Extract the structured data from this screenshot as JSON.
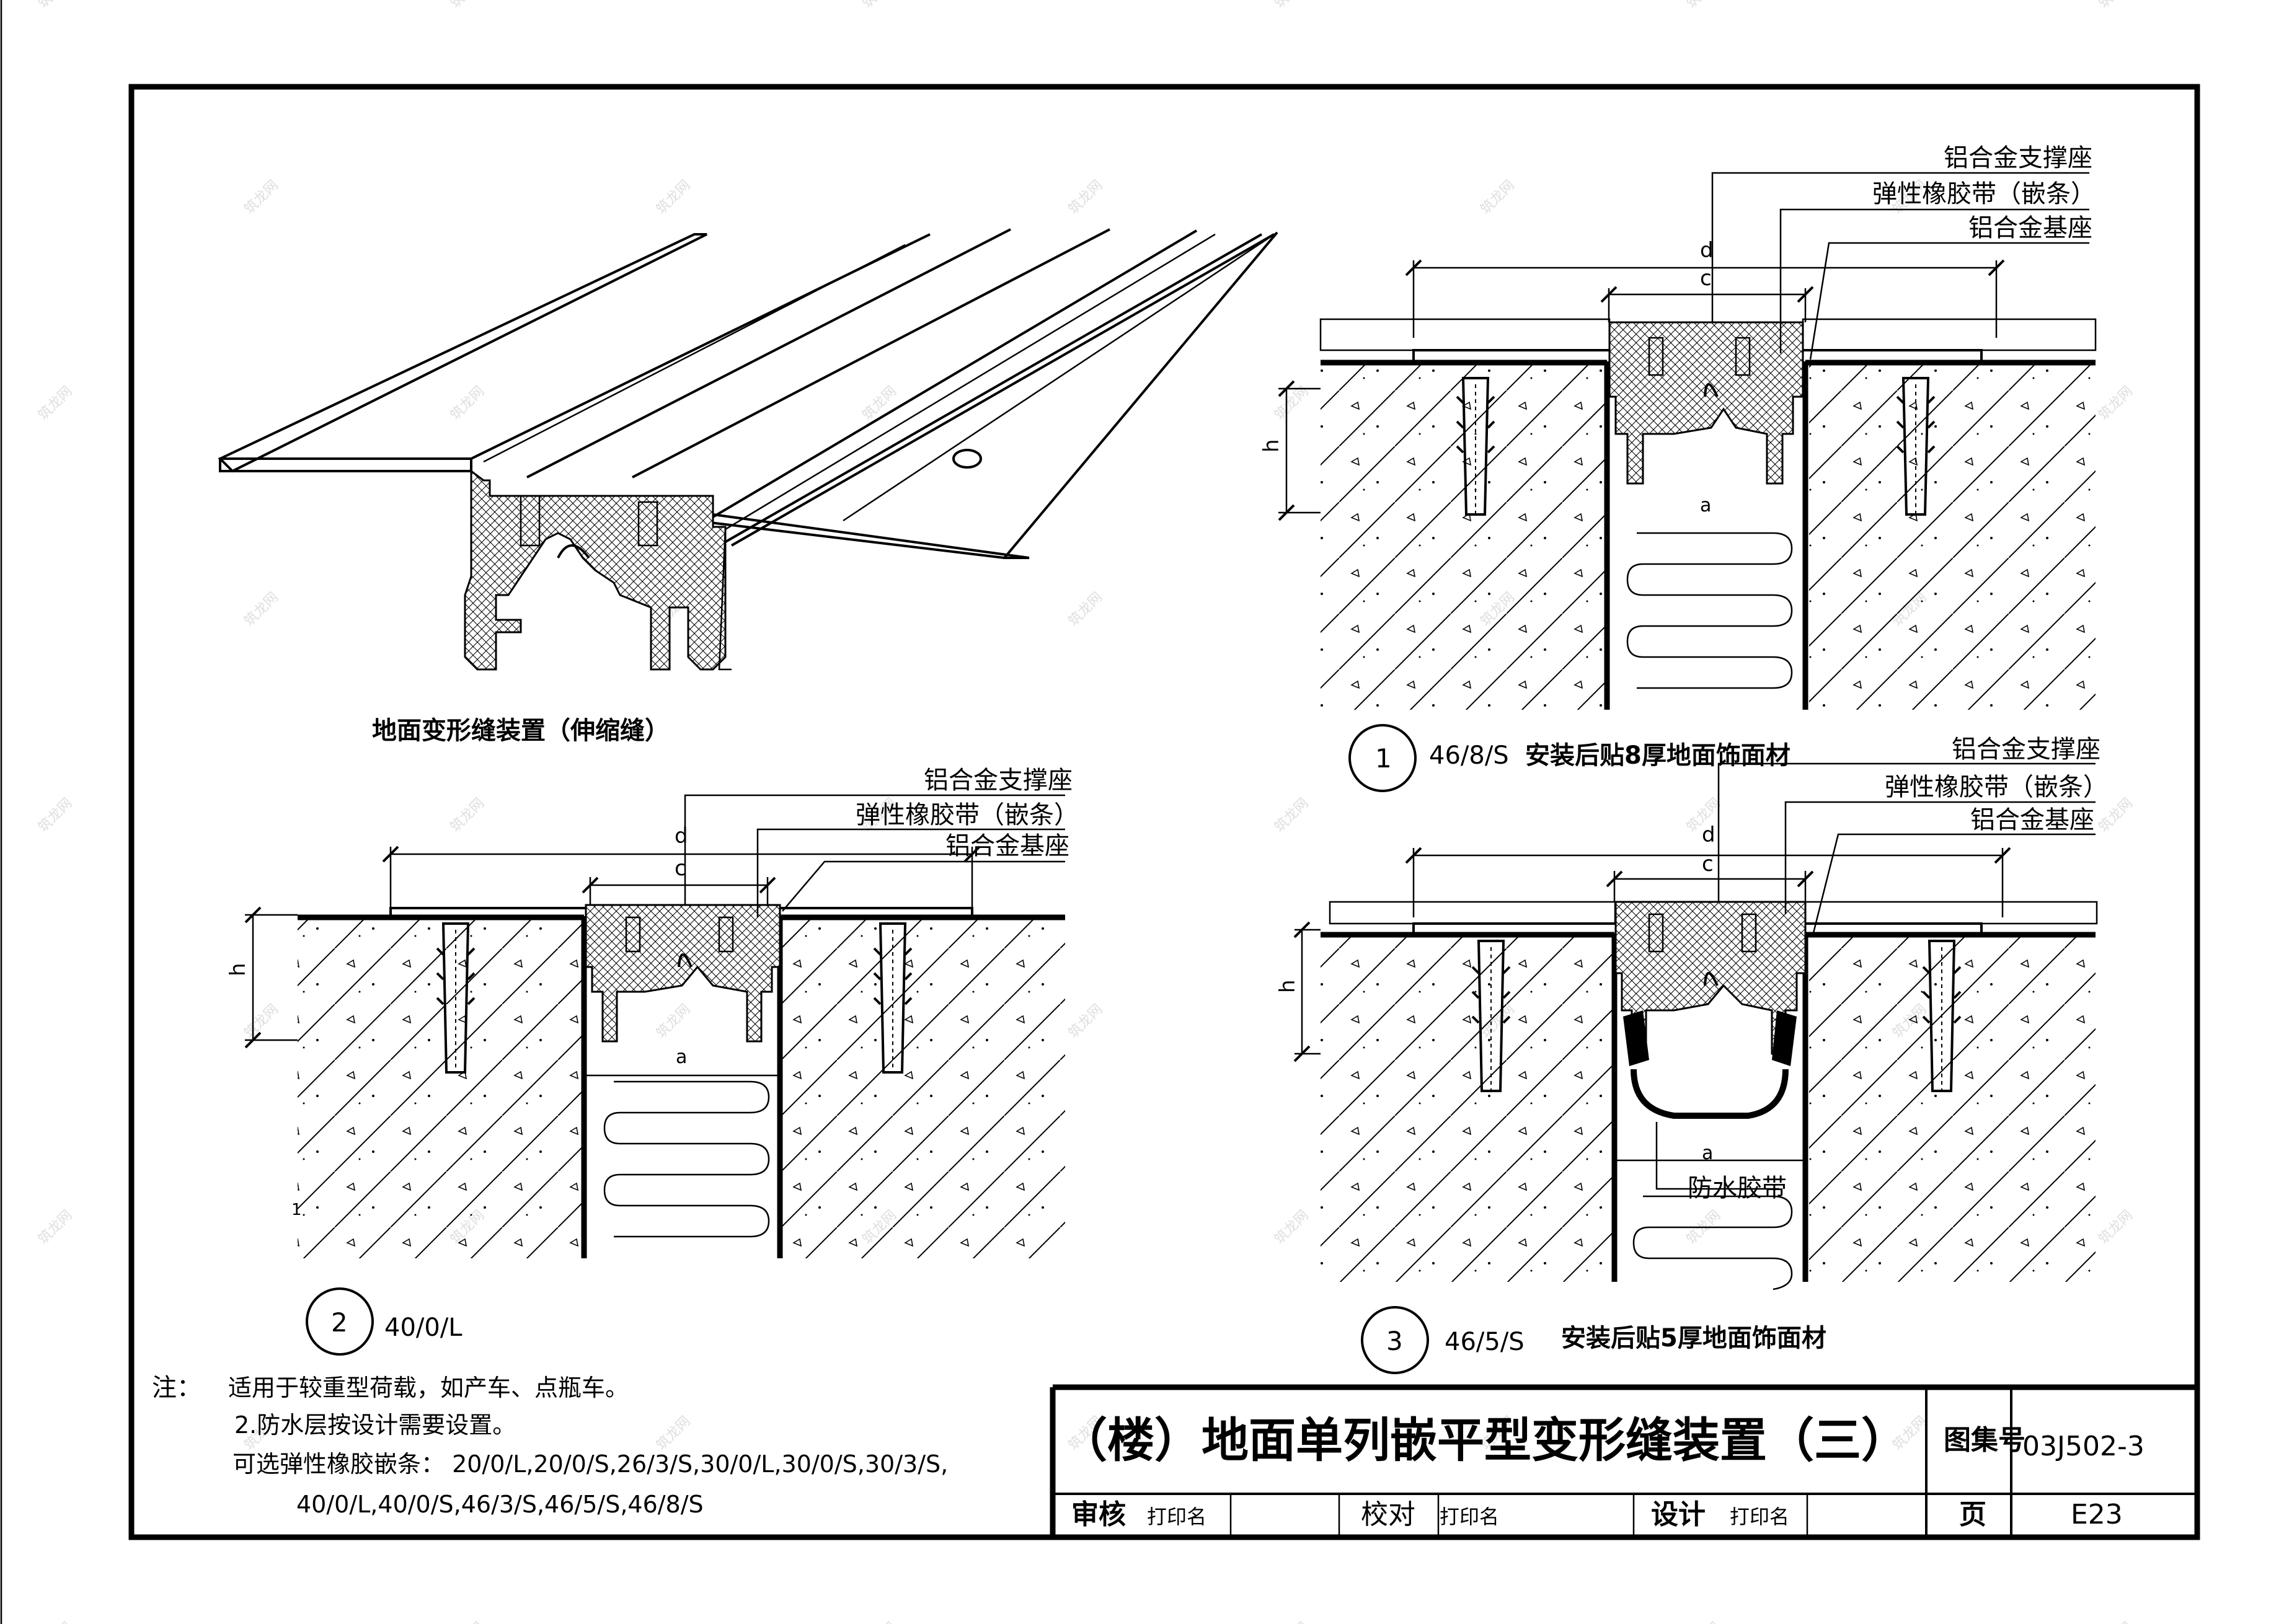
{
  "iso_caption": "地面变形缝装置（伸缩缝）",
  "callouts": {
    "support": "铝合金支撑座",
    "rubber": "弹性橡胶带（嵌条）",
    "base": "铝合金基座",
    "waterstop": "防水胶带"
  },
  "dims": {
    "d": "d",
    "c": "c",
    "h": "h",
    "a": "a"
  },
  "details": [
    {
      "number": "1",
      "code": "46/8/S",
      "desc": "安装后贴8厚地面饰面材"
    },
    {
      "number": "2",
      "code": "40/0/L",
      "desc": ""
    },
    {
      "number": "3",
      "code": "46/5/S",
      "desc": "安装后贴5厚地面饰面材"
    }
  ],
  "notes": {
    "label": "注：",
    "lines": [
      "适用于较重型荷载，如产车、点瓶车。",
      "2.防水层按设计需要设置。",
      "可选弹性橡胶嵌条：  20/0/L,20/0/S,26/3/S,30/0/L,30/0/S,30/3/S,",
      "40/0/L,40/0/S,46/3/S,46/5/S,46/8/S"
    ]
  },
  "title_block": {
    "title": "（楼）地面单列嵌平型变形缝装置（三）",
    "atlas_label": "图集号",
    "atlas_no": "03J502-3",
    "review_label": "审核",
    "check_label": "校对",
    "design_label": "设计",
    "page_label": "页",
    "page_no": "E23",
    "print_name": "打印名"
  },
  "small_mark": "1"
}
